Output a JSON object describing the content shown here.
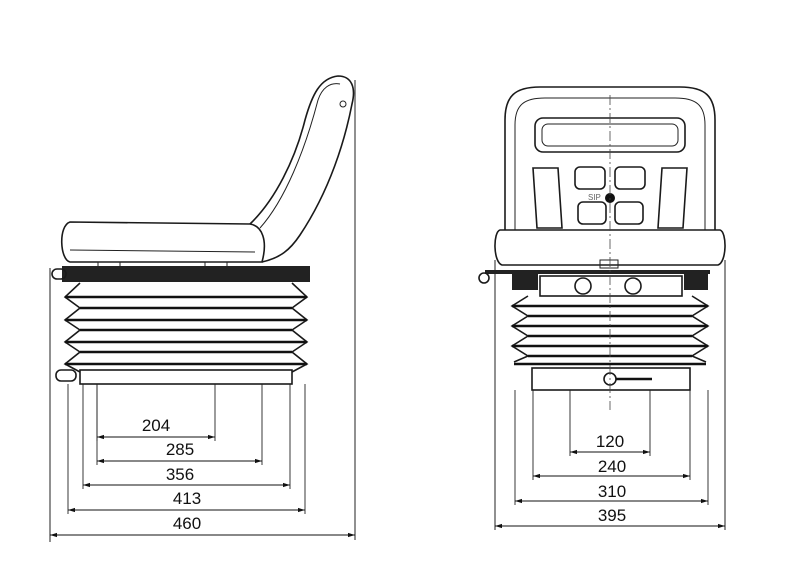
{
  "side_view": {
    "dimensions": [
      {
        "label": "204",
        "value": 204,
        "unit": "mm"
      },
      {
        "label": "285",
        "value": 285,
        "unit": "mm"
      },
      {
        "label": "356",
        "value": 356,
        "unit": "mm"
      },
      {
        "label": "413",
        "value": 413,
        "unit": "mm"
      },
      {
        "label": "460",
        "value": 460,
        "unit": "mm"
      }
    ]
  },
  "front_view": {
    "logo_text": "SIP",
    "dimensions": [
      {
        "label": "120",
        "value": 120,
        "unit": "mm"
      },
      {
        "label": "240",
        "value": 240,
        "unit": "mm"
      },
      {
        "label": "310",
        "value": 310,
        "unit": "mm"
      },
      {
        "label": "395",
        "value": 395,
        "unit": "mm"
      }
    ]
  },
  "colors": {
    "line": "#1a1a1a",
    "background": "#ffffff"
  }
}
